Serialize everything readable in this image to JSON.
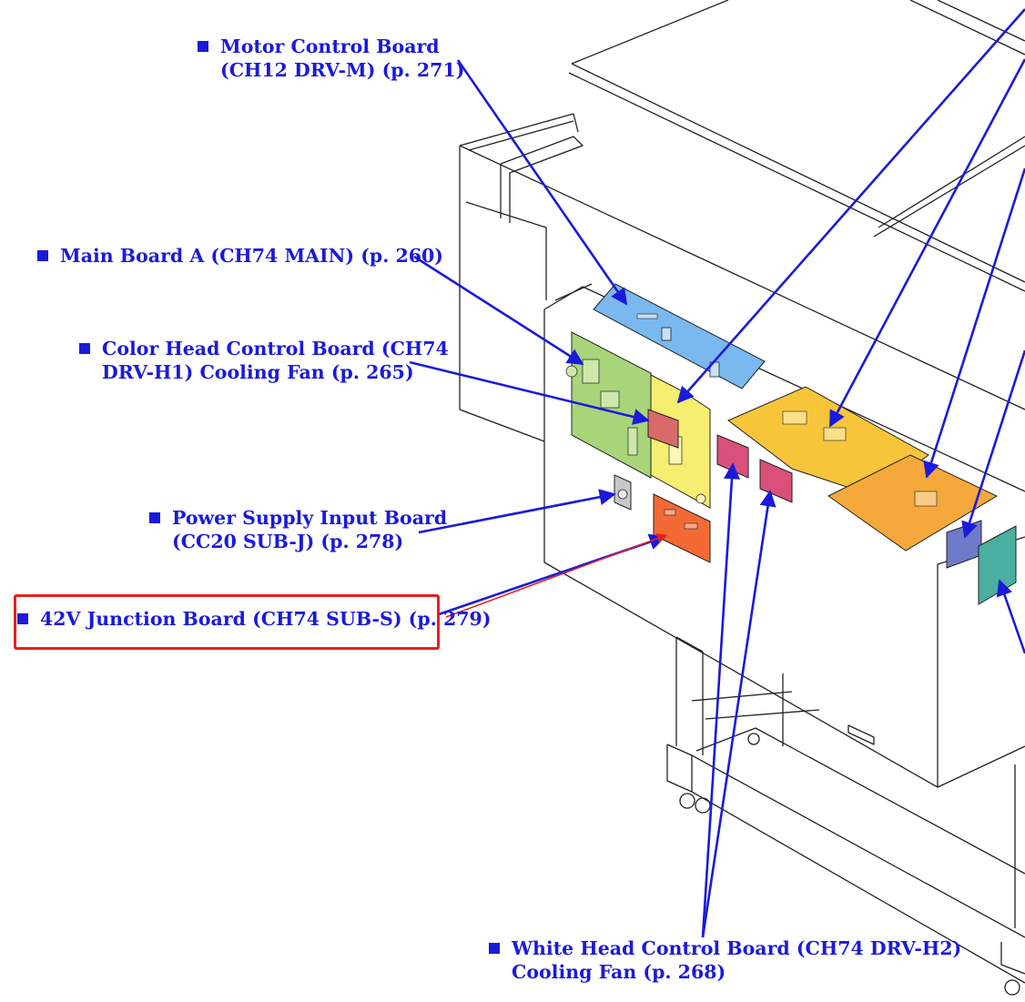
{
  "colors": {
    "leader": "#1a1adc",
    "highlight": "#e62020",
    "main_board_a": "#a8d47a",
    "color_head_board": "#f5ee70",
    "motor_control_board": "#7ab8f0",
    "white_head_board": "#f6c53a",
    "orange_board": "#f4a93a",
    "junction_board": "#f36a35",
    "cooling_fan": "#d9507a",
    "blue_module": "#6e7ac8",
    "teal_board": "#4aaea0"
  },
  "callouts": {
    "motor_control": {
      "line1": "Motor Control Board",
      "line2": "(CH12 DRV-M) (p. 271)"
    },
    "main_board_a": {
      "line1": "Main Board A (CH74 MAIN) (p. 260)"
    },
    "color_head_fan": {
      "line1": "Color Head Control Board (CH74",
      "line2": "DRV-H1) Cooling Fan (p. 265)"
    },
    "power_supply": {
      "line1": "Power Supply Input Board",
      "line2": "(CC20 SUB-J) (p. 278)"
    },
    "junction_42v": {
      "line1": "42V Junction Board (CH74 SUB-S) (p. 279)"
    },
    "white_head_fan": {
      "line1": "White Head Control Board (CH74 DRV-H2)",
      "line2": "Cooling Fan (p. 268)"
    }
  }
}
